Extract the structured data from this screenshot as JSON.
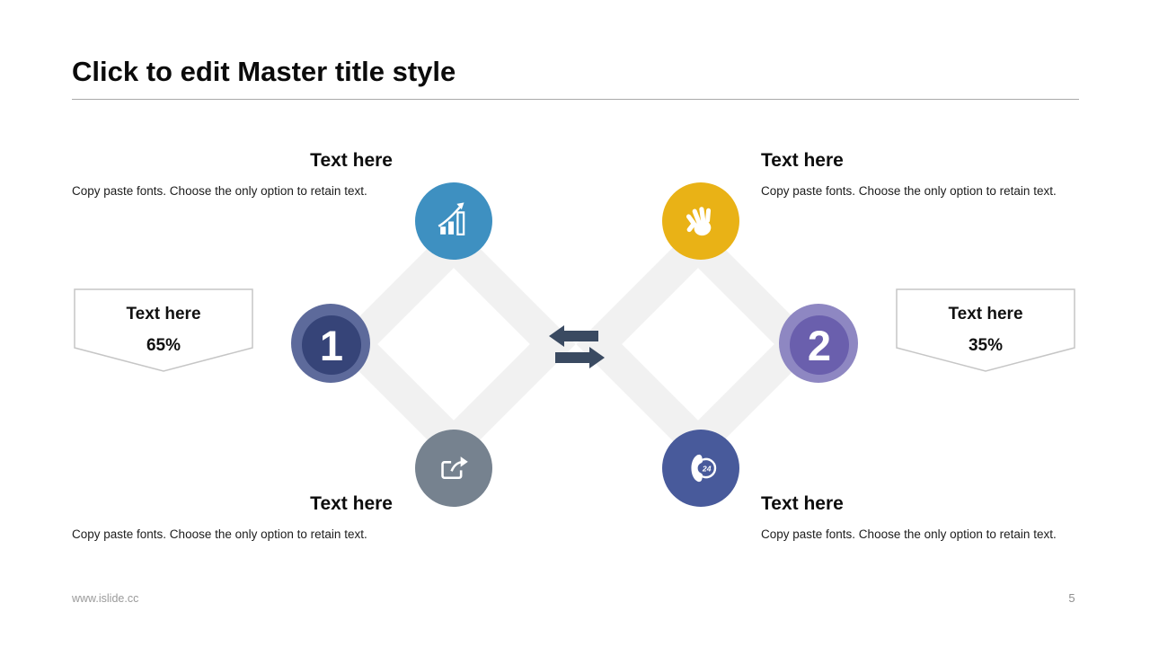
{
  "title": "Click to edit Master title style",
  "footer": {
    "website": "www.islide.cc",
    "page_number": "5"
  },
  "colors": {
    "chart_node": "#3e90c1",
    "hand_node": "#e9b216",
    "share_node": "#76828f",
    "phone_node": "#485a9b",
    "step1_outer": "#5d6a9b",
    "step1_inner": "#364478",
    "step2_outer": "#8e87c2",
    "step2_inner": "#6a5fad",
    "arrows": "#3a4a61"
  },
  "steps": {
    "one": "1",
    "two": "2"
  },
  "badges": {
    "left": {
      "title": "Text here",
      "value": "65%"
    },
    "right": {
      "title": "Text here",
      "value": "35%"
    }
  },
  "blocks": {
    "top_left": {
      "heading": "Text here",
      "body": "Copy paste fonts. Choose the only option to retain text."
    },
    "top_right": {
      "heading": "Text here",
      "body": "Copy paste fonts. Choose the only option to retain text."
    },
    "bottom_left": {
      "heading": "Text here",
      "body": "Copy paste fonts. Choose the only option to retain text."
    },
    "bottom_right": {
      "heading": "Text here",
      "body": "Copy paste fonts. Choose the only option to retain text."
    }
  },
  "icons": {
    "chart": "bar-chart-growth-icon",
    "hand": "open-hand-icon",
    "share": "share-export-icon",
    "phone": "phone-24h-service-icon",
    "center": "swap-arrows-icon",
    "phone_label": "24"
  }
}
